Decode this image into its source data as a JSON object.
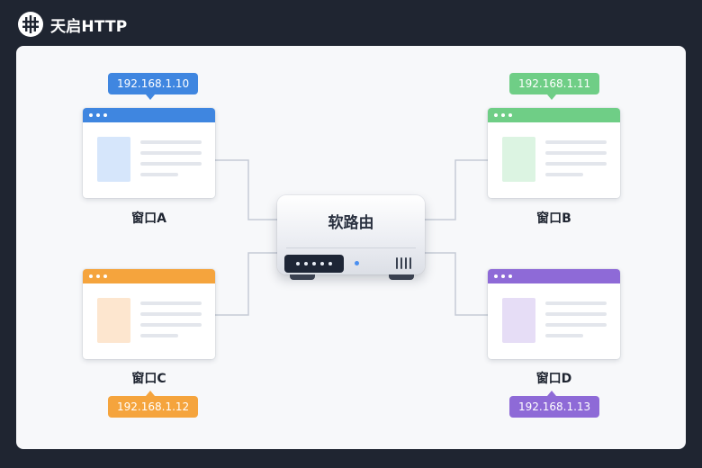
{
  "brand": {
    "name": "天启HTTP",
    "logo_icon": "hash-building-logo-icon"
  },
  "router": {
    "label": "软路由",
    "indicator_color": "#4a8ff0"
  },
  "windows": [
    {
      "id": "A",
      "label": "窗口A",
      "ip": "192.168.1.10",
      "color": "#3f86e0",
      "thumb": "#d6e6fb"
    },
    {
      "id": "B",
      "label": "窗口B",
      "ip": "192.168.1.11",
      "color": "#6fce86",
      "thumb": "#dcf4e2"
    },
    {
      "id": "C",
      "label": "窗口C",
      "ip": "192.168.1.12",
      "color": "#f5a43d",
      "thumb": "#fde6cf"
    },
    {
      "id": "D",
      "label": "窗口D",
      "ip": "192.168.1.13",
      "color": "#8e6ad7",
      "thumb": "#e6ddf6"
    }
  ],
  "colors": {
    "background": "#1f2531",
    "panel": "#f7f8fa",
    "connector": "#c5cbd6"
  }
}
